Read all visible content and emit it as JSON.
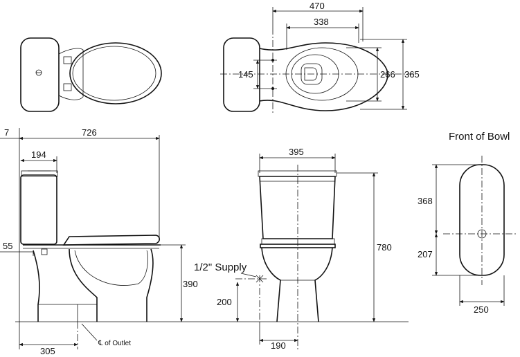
{
  "top_view": {
    "dim_overall_length": "470",
    "dim_bowl_length": "338",
    "dim_bowl_width": "266",
    "dim_overall_width": "365",
    "dim_bolt_spacing": "145"
  },
  "side_view": {
    "dim_overall_depth": "726",
    "dim_wall_gap": "7",
    "dim_tank_depth": "194",
    "dim_seat_offset": "55",
    "dim_seat_height": "390",
    "dim_rough_in": "305",
    "outlet_label": "℄ of Outlet"
  },
  "front_view": {
    "dim_tank_width": "395",
    "dim_overall_height": "780",
    "supply_label": "1/2\" Supply",
    "dim_supply_height": "200",
    "dim_base_width": "190"
  },
  "front_of_bowl": {
    "title": "Front of Bowl",
    "dim_upper": "368",
    "dim_lower": "207",
    "dim_width": "250"
  }
}
